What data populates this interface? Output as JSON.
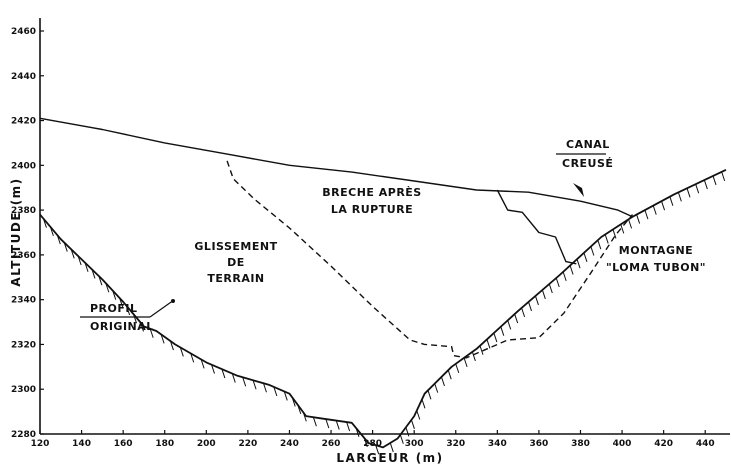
{
  "chart_data": {
    "type": "line",
    "xlabel": "LARGEUR   (m)",
    "ylabel": "ALTITUDE   (m)",
    "xlim": [
      120,
      450
    ],
    "ylim": [
      2280,
      2460
    ],
    "x_ticks": [
      120,
      140,
      160,
      180,
      200,
      220,
      240,
      260,
      280,
      300,
      320,
      340,
      360,
      380,
      400,
      420,
      440
    ],
    "x_tick_labels": [
      "120",
      "140",
      "160",
      "180",
      "200",
      "220",
      "240",
      "260",
      "280",
      "300",
      "320",
      "340",
      "360",
      "380",
      "400",
      "420",
      "440"
    ],
    "y_ticks": [
      2280,
      2300,
      2320,
      2340,
      2360,
      2380,
      2400,
      2420,
      2440,
      2460
    ],
    "y_tick_labels": [
      "2280",
      "2300",
      "2320",
      "2340",
      "2360",
      "2380",
      "2400",
      "2420",
      "2440",
      "2460"
    ],
    "grid": false,
    "series": [
      {
        "key": "original_profile",
        "style": "hatched",
        "x": [
          120,
          130,
          140,
          150,
          160,
          170,
          176,
          185,
          200,
          215,
          230,
          240,
          248,
          255,
          270,
          278,
          285,
          292,
          300,
          305,
          318,
          330,
          350,
          370,
          390,
          405,
          425,
          450
        ],
        "y": [
          2378,
          2367,
          2358,
          2349,
          2339,
          2328,
          2326,
          2320,
          2312,
          2306,
          2302,
          2298,
          2288,
          2287,
          2285,
          2276,
          2274,
          2278,
          2288,
          2298,
          2310,
          2318,
          2335,
          2351,
          2368,
          2377,
          2387,
          2398
        ]
      },
      {
        "key": "landslide_surface",
        "style": "solid",
        "x": [
          120,
          150,
          180,
          210,
          240,
          270,
          300,
          330,
          355,
          380,
          398,
          405
        ],
        "y": [
          2421,
          2416,
          2410,
          2405,
          2400,
          2397,
          2393,
          2389,
          2388,
          2384,
          2380,
          2377
        ]
      },
      {
        "key": "breach_after_rupture",
        "style": "dashed",
        "x": [
          210,
          213,
          223,
          240,
          260,
          280,
          298,
          305,
          318,
          319,
          325,
          345,
          360,
          372,
          385,
          397,
          405
        ],
        "y": [
          2402,
          2394,
          2385,
          2372,
          2355,
          2337,
          2322,
          2320,
          2319,
          2315,
          2314,
          2322,
          2323,
          2334,
          2352,
          2369,
          2378
        ]
      },
      {
        "key": "dug_canal",
        "style": "solid",
        "x": [
          340,
          345,
          352,
          360,
          368,
          373,
          378
        ],
        "y": [
          2389,
          2380,
          2379,
          2370,
          2368,
          2357,
          2356
        ]
      }
    ],
    "annotations": {
      "canal_line1": "CANAL",
      "canal_line2": "CREUSÉ",
      "breche_line1": "BRECHE APRÈS",
      "breche_line2": "LA RUPTURE",
      "glissement_line1": "GLISSEMENT",
      "glissement_line2": "DE",
      "glissement_line3": "TERRAIN",
      "montagne_line1": "MONTAGNE",
      "montagne_line2": "\"LOMA TUBON\"",
      "profil_line1": "PROFIL",
      "profil_line2": "ORIGINAL"
    }
  }
}
